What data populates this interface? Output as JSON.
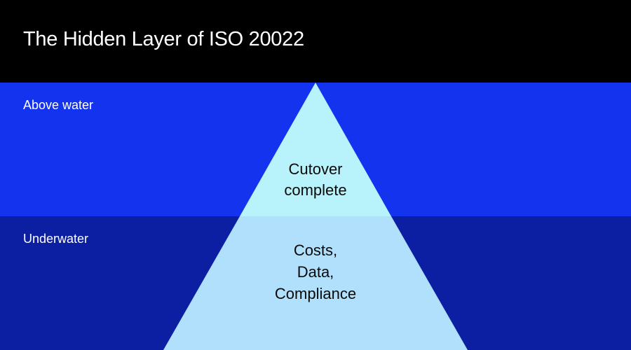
{
  "title": "The Hidden Layer of ISO 20022",
  "zones": {
    "above": {
      "label": "Above water",
      "color": "#1433ef"
    },
    "below": {
      "label": "Underwater",
      "color": "#0c1fa3"
    }
  },
  "iceberg": {
    "tip": {
      "lines": [
        "Cutover",
        "complete"
      ],
      "color": "#b8f2fb"
    },
    "base": {
      "lines": [
        "Costs,",
        "Data,",
        "Compliance"
      ],
      "color": "#b0e0fc"
    }
  },
  "colors": {
    "header": "#000000",
    "title_text": "#ffffff",
    "iceberg_text": "#0a0a0a"
  }
}
